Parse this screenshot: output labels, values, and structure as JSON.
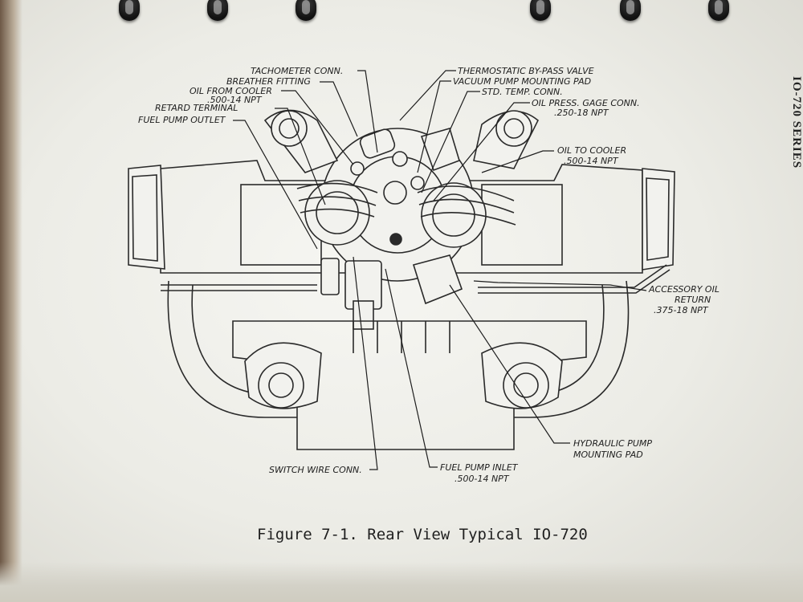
{
  "side_title": "IO-720 SERIES",
  "caption": "Figure 7-1.  Rear View Typical IO-720",
  "callouts": {
    "tachometer_conn": "TACHOMETER CONN.",
    "breather_fitting": "BREATHER FITTING",
    "oil_from_cooler": "OIL FROM COOLER",
    "oil_from_cooler_size": ".500-14 NPT",
    "retard_terminal": "RETARD TERMINAL",
    "fuel_pump_outlet": "FUEL PUMP OUTLET",
    "thermostatic_bypass": "THERMOSTATIC BY-PASS VALVE",
    "vacuum_pump_pad": "VACUUM PUMP MOUNTING PAD",
    "std_temp_conn": "STD. TEMP. CONN.",
    "oil_press_gage": "OIL PRESS. GAGE CONN.",
    "oil_press_gage_size": ".250-18 NPT",
    "oil_to_cooler": "OIL TO COOLER",
    "oil_to_cooler_size": ".500-14 NPT",
    "accessory_oil_return_1": "ACCESSORY OIL",
    "accessory_oil_return_2": "RETURN",
    "accessory_oil_return_size": ".375-18 NPT",
    "hydraulic_pump_1": "HYDRAULIC PUMP",
    "hydraulic_pump_2": "MOUNTING PAD",
    "switch_wire_conn": "SWITCH WIRE CONN.",
    "fuel_pump_inlet": "FUEL PUMP INLET",
    "fuel_pump_inlet_size": ".500-14 NPT"
  }
}
